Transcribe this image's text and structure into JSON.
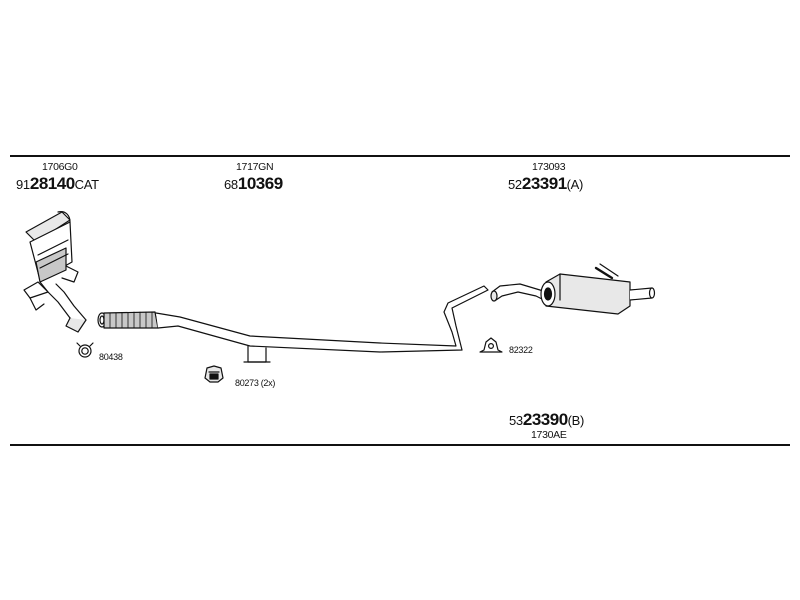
{
  "labels": {
    "cat_code": "1706G0",
    "cat_part_prefix": "91",
    "cat_part_bold": "28140",
    "cat_part_suffix": "CAT",
    "front_code": "1717GN",
    "front_part_prefix": "68",
    "front_part_bold": "10369",
    "rear_code": "173093",
    "rear_part_prefix": "52",
    "rear_part_bold": "23391",
    "rear_part_suffix": "(A)",
    "clamp_code": "80438",
    "mount_code": "80273 (2x)",
    "hanger_code": "82322",
    "rear_b_prefix": "53",
    "rear_b_bold": "23390",
    "rear_b_suffix": "(B)",
    "rear_b_code": "1730AE"
  },
  "colors": {
    "line": "#111111",
    "fill_light": "#e8e8e8",
    "fill_mid": "#c8c8c8"
  }
}
